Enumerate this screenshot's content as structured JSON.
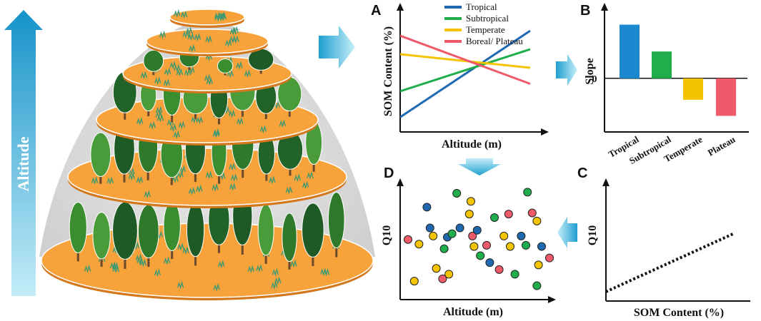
{
  "illustration": {
    "side_label": "Altitude",
    "tiers": 6
  },
  "colors": {
    "tropical": "#1f68b0",
    "subtropical": "#1fae4b",
    "temperate": "#f5c400",
    "boreal": "#ef5a6a",
    "arrow_light": "#bfeaf7",
    "arrow_dark": "#1f9fd0",
    "disc": "#f7a23a",
    "disc_dark": "#d5781b"
  },
  "panels": {
    "A": "A",
    "B": "B",
    "C": "C",
    "D": "D"
  },
  "chart_data": [
    {
      "id": "A",
      "type": "line",
      "xlabel": "Altitude (m)",
      "ylabel": "SOM Content (%)",
      "x": [
        0,
        1
      ],
      "ylim": [
        0,
        1
      ],
      "series": [
        {
          "name": "Tropical",
          "color": "#1f68b0",
          "values": [
            0.12,
            0.82
          ]
        },
        {
          "name": "Subtropical",
          "color": "#1fae4b",
          "values": [
            0.33,
            0.67
          ]
        },
        {
          "name": "Temperate",
          "color": "#f5c400",
          "values": [
            0.63,
            0.52
          ]
        },
        {
          "name": "Boreal/ Plateau",
          "color": "#ef5a6a",
          "values": [
            0.78,
            0.39
          ]
        }
      ],
      "legend": "top-right"
    },
    {
      "id": "B",
      "type": "bar",
      "ylabel": "Slope",
      "zero_label": "0",
      "categories": [
        "Tropical",
        "Subtropical",
        "Temperate",
        "Plateau"
      ],
      "values": [
        1.0,
        0.5,
        -0.4,
        -0.7
      ],
      "colors": [
        "#1b88d0",
        "#1fae4b",
        "#f5c400",
        "#ef5a6a"
      ],
      "ylim": [
        -1.0,
        1.3
      ]
    },
    {
      "id": "C",
      "type": "line",
      "xlabel": "SOM Content (%)",
      "ylabel": "Q10",
      "x": [
        0,
        1
      ],
      "ylim": [
        0,
        1
      ],
      "series": [
        {
          "style": "dotted",
          "color": "#111111",
          "values": [
            0.08,
            0.58
          ]
        }
      ]
    },
    {
      "id": "D",
      "type": "scatter",
      "xlabel": "Altitude (m)",
      "ylabel": "Q10",
      "xlim": [
        0,
        1
      ],
      "ylim": [
        0,
        1
      ],
      "points": [
        {
          "x": 0.05,
          "y": 0.52,
          "c": "boreal"
        },
        {
          "x": 0.09,
          "y": 0.16,
          "c": "temperate"
        },
        {
          "x": 0.12,
          "y": 0.48,
          "c": "temperate"
        },
        {
          "x": 0.17,
          "y": 0.8,
          "c": "tropical"
        },
        {
          "x": 0.19,
          "y": 0.62,
          "c": "tropical"
        },
        {
          "x": 0.21,
          "y": 0.55,
          "c": "temperate"
        },
        {
          "x": 0.23,
          "y": 0.27,
          "c": "temperate"
        },
        {
          "x": 0.27,
          "y": 0.18,
          "c": "boreal"
        },
        {
          "x": 0.28,
          "y": 0.44,
          "c": "subtropical"
        },
        {
          "x": 0.3,
          "y": 0.54,
          "c": "tropical"
        },
        {
          "x": 0.31,
          "y": 0.22,
          "c": "temperate"
        },
        {
          "x": 0.33,
          "y": 0.57,
          "c": "subtropical"
        },
        {
          "x": 0.36,
          "y": 0.92,
          "c": "subtropical"
        },
        {
          "x": 0.38,
          "y": 0.62,
          "c": "tropical"
        },
        {
          "x": 0.44,
          "y": 0.74,
          "c": "temperate"
        },
        {
          "x": 0.45,
          "y": 0.85,
          "c": "temperate"
        },
        {
          "x": 0.46,
          "y": 0.55,
          "c": "boreal"
        },
        {
          "x": 0.47,
          "y": 0.46,
          "c": "temperate"
        },
        {
          "x": 0.49,
          "y": 0.6,
          "c": "tropical"
        },
        {
          "x": 0.51,
          "y": 0.38,
          "c": "subtropical"
        },
        {
          "x": 0.55,
          "y": 0.47,
          "c": "boreal"
        },
        {
          "x": 0.57,
          "y": 0.32,
          "c": "tropical"
        },
        {
          "x": 0.6,
          "y": 0.71,
          "c": "subtropical"
        },
        {
          "x": 0.63,
          "y": 0.26,
          "c": "boreal"
        },
        {
          "x": 0.66,
          "y": 0.55,
          "c": "temperate"
        },
        {
          "x": 0.69,
          "y": 0.74,
          "c": "boreal"
        },
        {
          "x": 0.7,
          "y": 0.46,
          "c": "temperate"
        },
        {
          "x": 0.73,
          "y": 0.22,
          "c": "subtropical"
        },
        {
          "x": 0.77,
          "y": 0.55,
          "c": "tropical"
        },
        {
          "x": 0.8,
          "y": 0.47,
          "c": "subtropical"
        },
        {
          "x": 0.81,
          "y": 0.93,
          "c": "subtropical"
        },
        {
          "x": 0.84,
          "y": 0.75,
          "c": "boreal"
        },
        {
          "x": 0.87,
          "y": 0.68,
          "c": "temperate"
        },
        {
          "x": 0.88,
          "y": 0.3,
          "c": "temperate"
        },
        {
          "x": 0.9,
          "y": 0.46,
          "c": "tropical"
        },
        {
          "x": 0.87,
          "y": 0.12,
          "c": "subtropical"
        },
        {
          "x": 0.95,
          "y": 0.36,
          "c": "boreal"
        }
      ]
    }
  ]
}
